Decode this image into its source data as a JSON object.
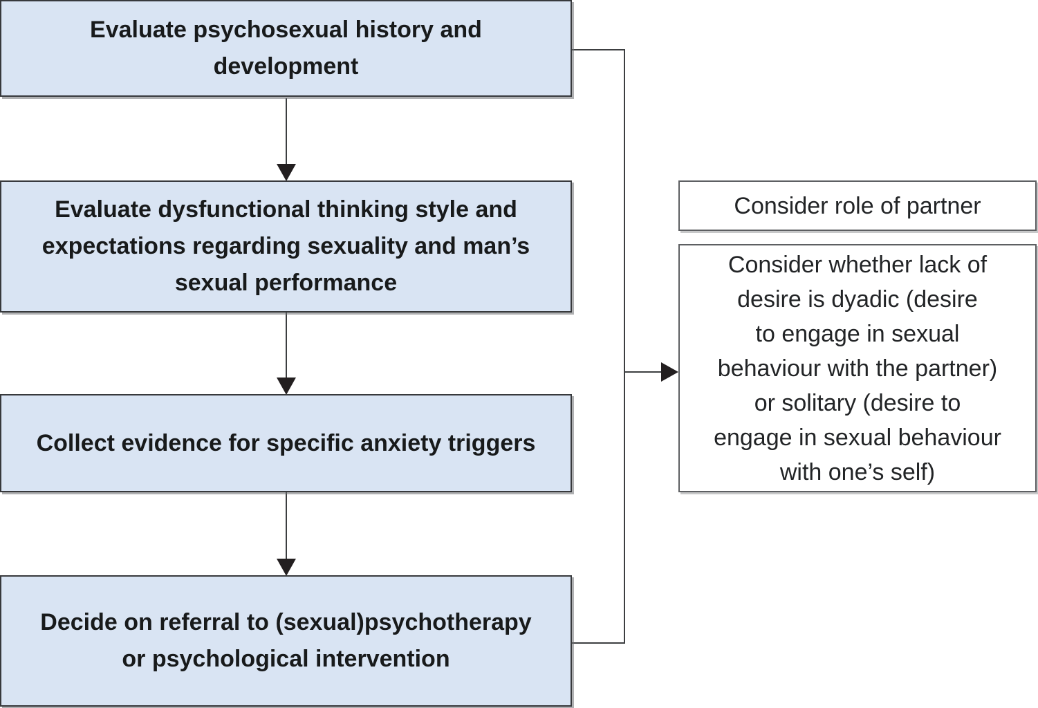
{
  "diagram": {
    "type": "flowchart",
    "left_column": {
      "steps": [
        {
          "id": "step-1",
          "text": "Evaluate psychosexual history and\ndevelopment"
        },
        {
          "id": "step-2",
          "text": "Evaluate dysfunctional thinking style and\nexpectations regarding sexuality and man’s\nsexual performance"
        },
        {
          "id": "step-3",
          "text": "Collect evidence for specific anxiety triggers"
        },
        {
          "id": "step-4",
          "text": "Decide on referral to (sexual)psychotherapy\nor psychological intervention"
        }
      ]
    },
    "right_column": {
      "notes": [
        {
          "id": "note-1",
          "text": "Consider role of partner"
        },
        {
          "id": "note-2",
          "text": "Consider whether lack of\ndesire is dyadic (desire\nto engage in sexual\nbehaviour with the partner)\nor solitary (desire to\nengage in sexual behaviour\nwith one’s self)"
        }
      ]
    },
    "connectors": {
      "down_arrows": 3,
      "bracket": "from step-1 right edge and step-4 right edge, joined vertically",
      "right_arrow_target": "note-2"
    },
    "colors": {
      "step_fill": "#d9e4f3",
      "step_border": "#37393c",
      "note_fill": "#ffffff",
      "note_border": "#5d5f62",
      "connector": "#3c3e40",
      "arrowhead": "#231f20",
      "text": "#181a1b"
    }
  }
}
